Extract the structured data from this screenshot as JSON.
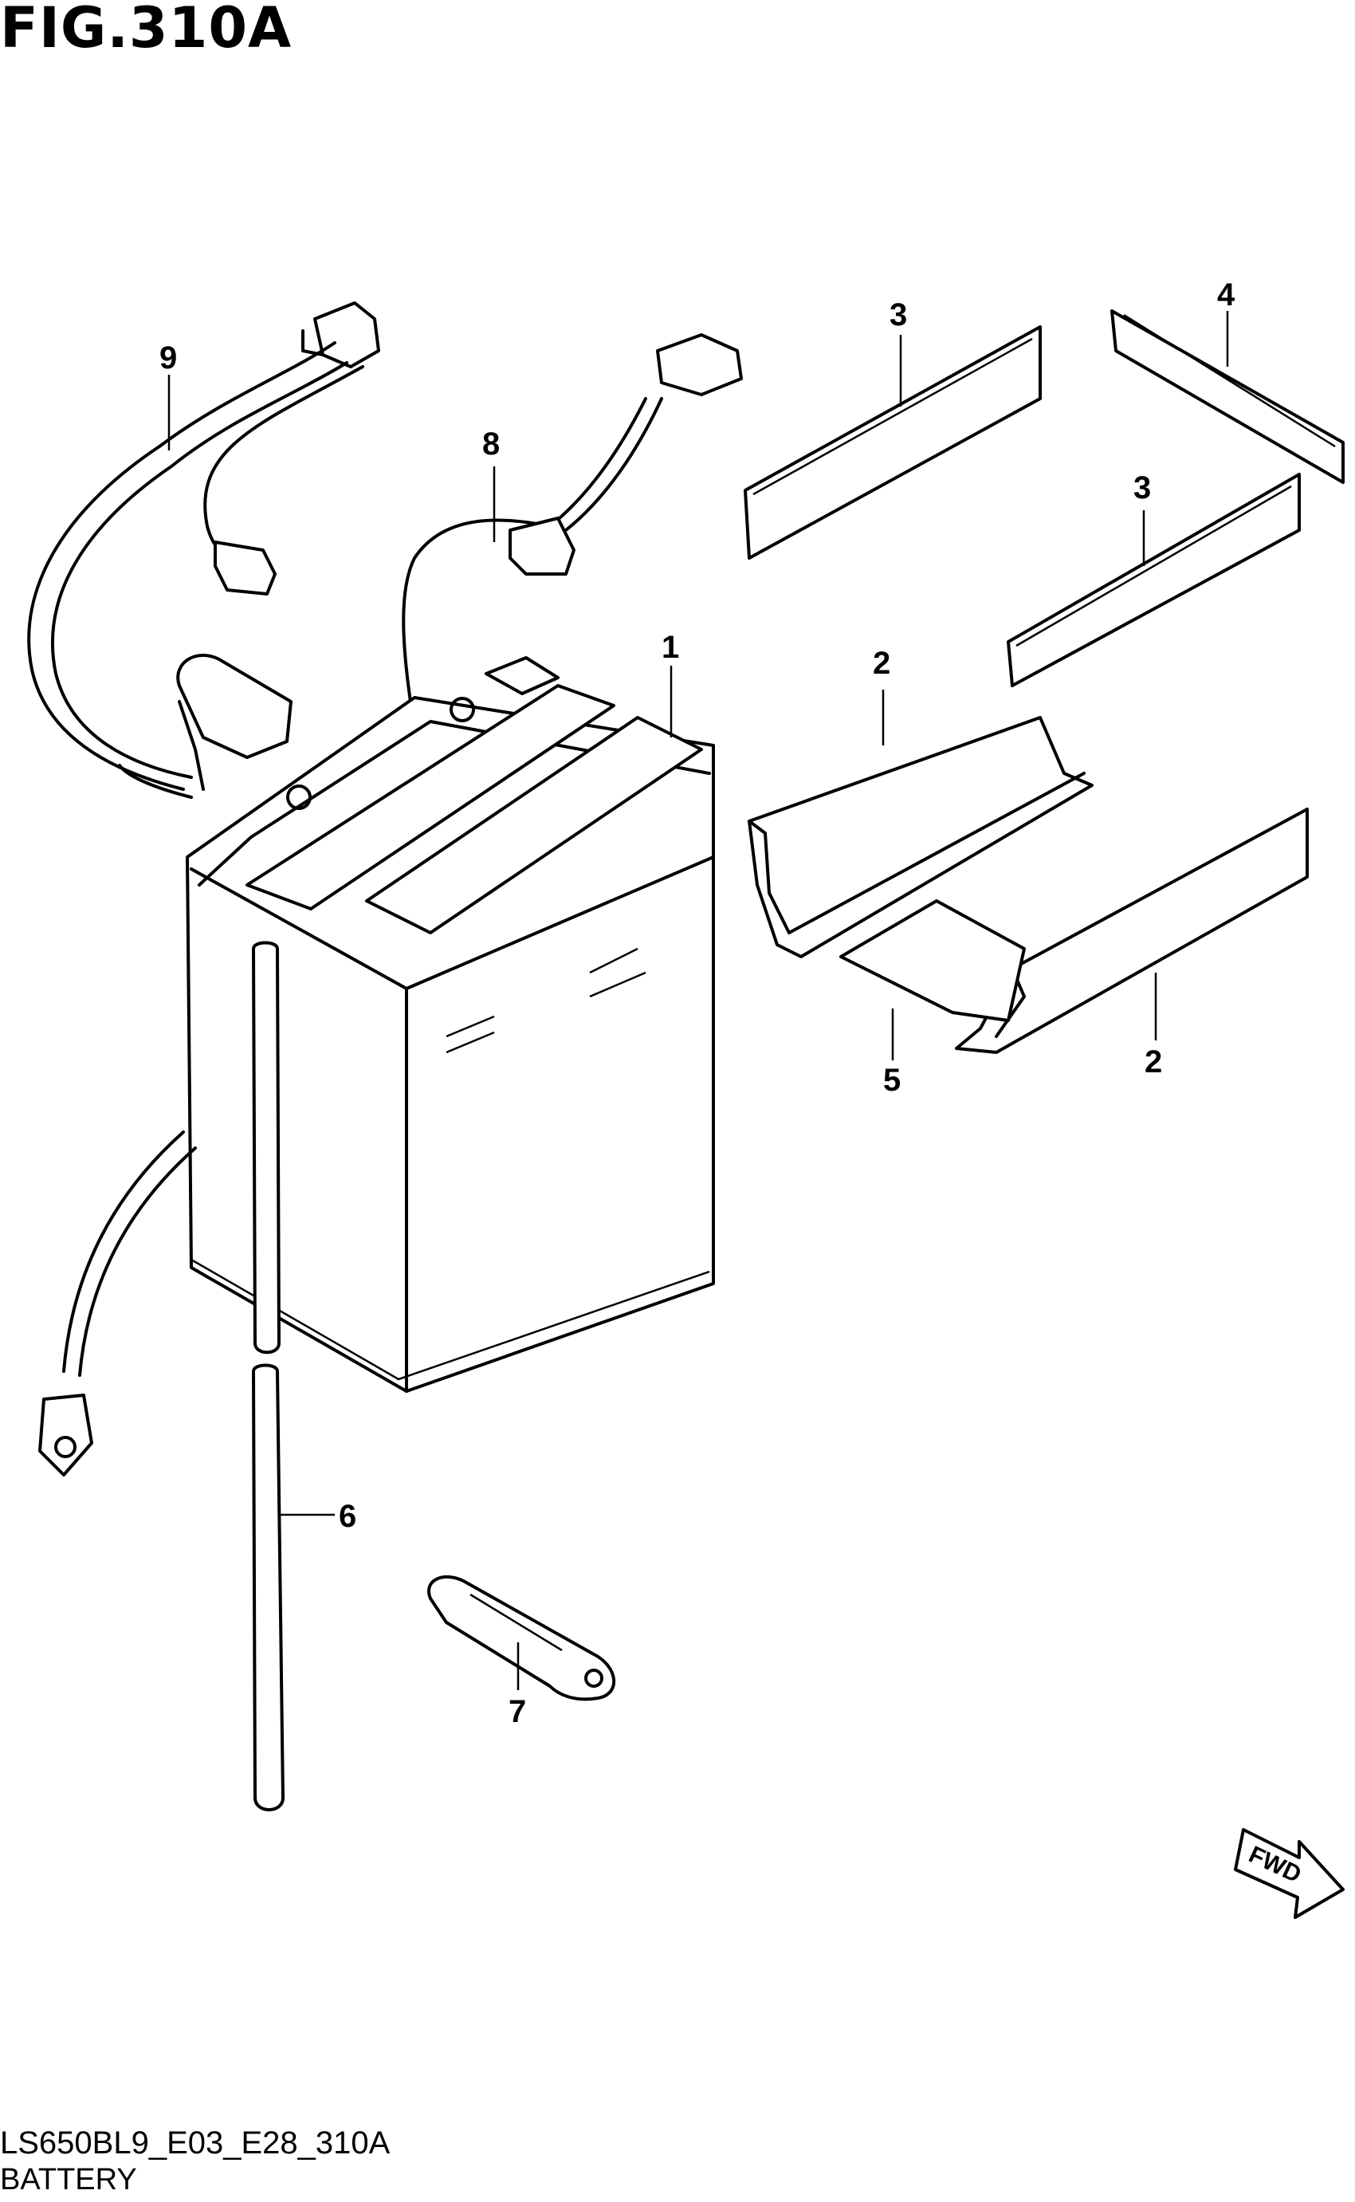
{
  "figure": {
    "title": "FIG.310A"
  },
  "callouts": [
    {
      "id": "1",
      "label": "1"
    },
    {
      "id": "2a",
      "label": "2"
    },
    {
      "id": "2b",
      "label": "2"
    },
    {
      "id": "3a",
      "label": "3"
    },
    {
      "id": "3b",
      "label": "3"
    },
    {
      "id": "4",
      "label": "4"
    },
    {
      "id": "5",
      "label": "5"
    },
    {
      "id": "6",
      "label": "6"
    },
    {
      "id": "7",
      "label": "7"
    },
    {
      "id": "8",
      "label": "8"
    },
    {
      "id": "9",
      "label": "9"
    }
  ],
  "fwd": {
    "label": "FWD"
  },
  "footer": {
    "code": "LS650BL9_E03_E28_310A",
    "name": "BATTERY"
  }
}
